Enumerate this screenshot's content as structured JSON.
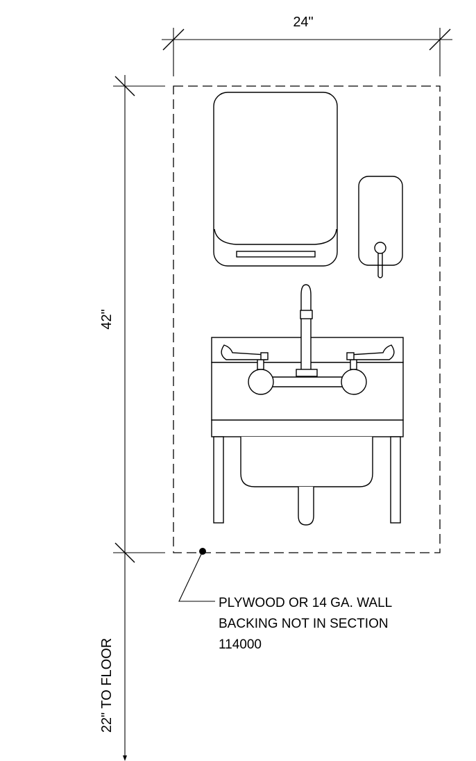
{
  "dimensions": {
    "width_label": "24\"",
    "height_label": "42\"",
    "floor_label": "22\" TO FLOOR"
  },
  "callout": {
    "lines": [
      "PLYWOOD OR 14 GA. WALL",
      "BACKING NOT IN SECTION",
      "114000"
    ]
  }
}
